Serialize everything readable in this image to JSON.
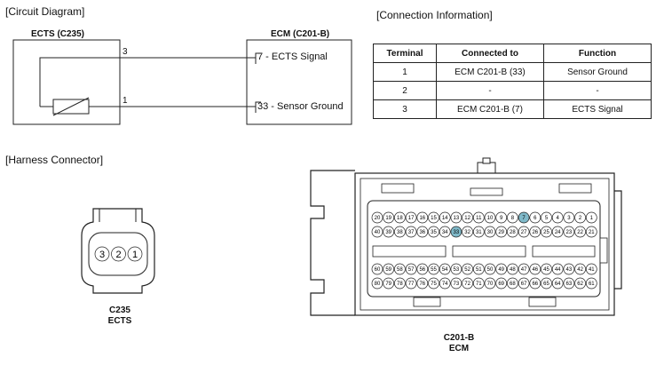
{
  "circuit": {
    "title": "[Circuit Diagram]",
    "left_box": "ECTS (C235)",
    "right_box": "ECM (C201-B)",
    "wire_top_pin": "3",
    "wire_bottom_pin": "1",
    "ecm_pin_top": "7",
    "ecm_pin_top_label": " - ECTS Signal",
    "ecm_pin_bottom": "33",
    "ecm_pin_bottom_label": " - Sensor Ground"
  },
  "connection": {
    "title": "[Connection Information]",
    "headers": [
      "Terminal",
      "Connected to",
      "Function"
    ],
    "rows": [
      [
        "1",
        "ECM C201-B (33)",
        "Sensor Ground"
      ],
      [
        "2",
        "-",
        "-"
      ],
      [
        "3",
        "ECM C201-B (7)",
        "ECTS Signal"
      ]
    ]
  },
  "harness": {
    "title": "[Harness Connector]",
    "c235_pins": [
      "3",
      "2",
      "1"
    ],
    "c235_caption_1": "C235",
    "c235_caption_2": "ECTS",
    "ecm_caption_1": "C201-B",
    "ecm_caption_2": "ECM",
    "ecm_row1": [
      "20",
      "19",
      "18",
      "17",
      "16",
      "15",
      "14",
      "13",
      "12",
      "11",
      "10",
      "9",
      "8",
      "7",
      "6",
      "5",
      "4",
      "3",
      "2",
      "1"
    ],
    "ecm_row2": [
      "40",
      "39",
      "38",
      "37",
      "36",
      "35",
      "34",
      "33",
      "32",
      "31",
      "30",
      "29",
      "28",
      "27",
      "26",
      "25",
      "24",
      "23",
      "22",
      "21"
    ],
    "ecm_row3": [
      "60",
      "59",
      "58",
      "57",
      "56",
      "55",
      "54",
      "53",
      "52",
      "51",
      "50",
      "49",
      "48",
      "47",
      "46",
      "45",
      "44",
      "43",
      "42",
      "41"
    ],
    "ecm_row4": [
      "80",
      "79",
      "78",
      "77",
      "76",
      "75",
      "74",
      "73",
      "72",
      "71",
      "70",
      "69",
      "68",
      "67",
      "66",
      "65",
      "64",
      "63",
      "62",
      "61"
    ],
    "highlighted_pins": [
      "7",
      "33"
    ],
    "highlight_color": "#7fb9c9"
  }
}
